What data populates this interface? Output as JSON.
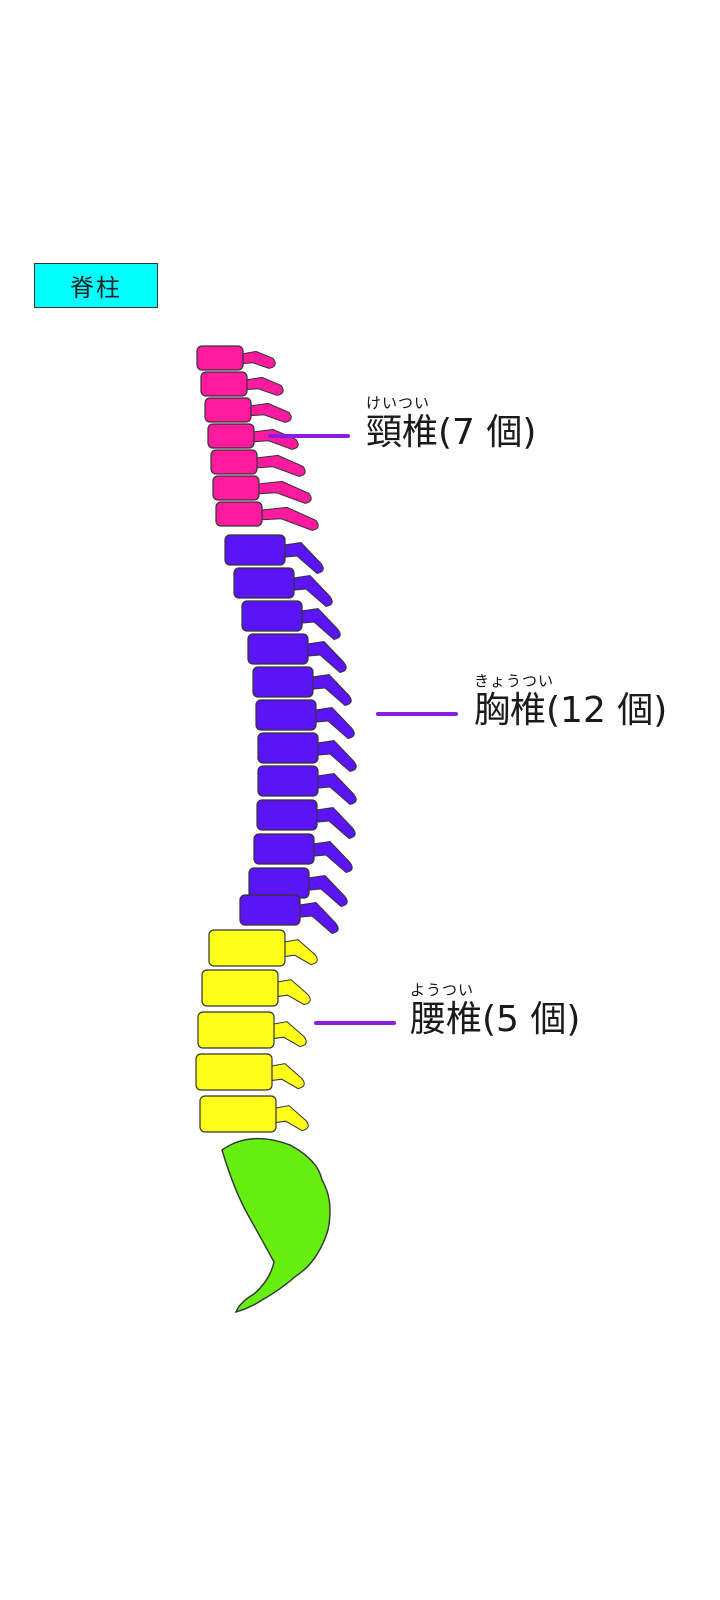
{
  "title": "脊柱",
  "colors": {
    "cervical": "#ff1a9e",
    "thoracic": "#5a14f5",
    "lumbar": "#ffff1a",
    "sacrum": "#66ee11",
    "leader": "#8a1ee0",
    "title_bg": "#00ffff"
  },
  "regions": [
    {
      "ruby": "けいつい",
      "label": "頸椎(7 個)"
    },
    {
      "ruby": "きょうつい",
      "label": "胸椎(12 個)"
    },
    {
      "ruby": "ようつい",
      "label": "腰椎(5 個)"
    }
  ]
}
